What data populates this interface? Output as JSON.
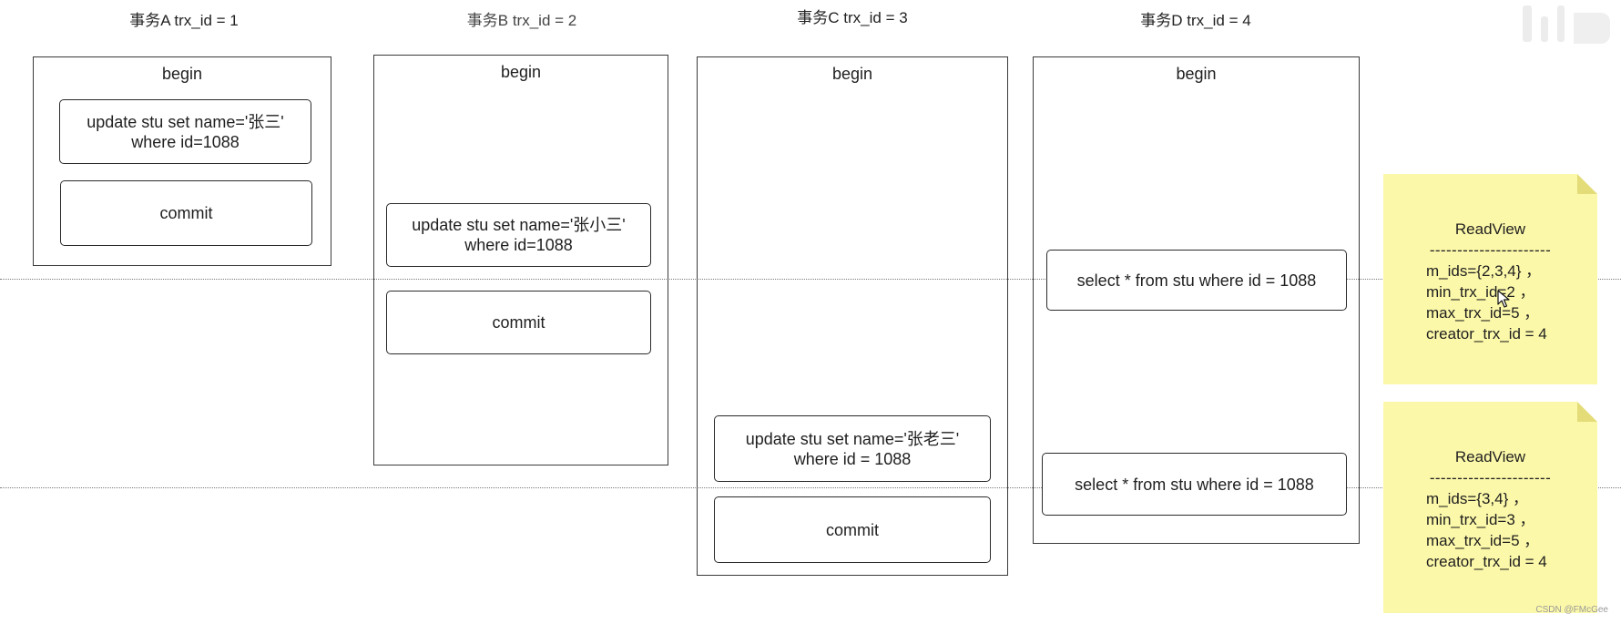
{
  "transactions": [
    {
      "title": "事务A trx_id = 1",
      "begin": "begin",
      "update": [
        "update stu set name='张三'",
        "where id=1088"
      ],
      "commit": "commit"
    },
    {
      "title": "事务B trx_id = 2",
      "begin": "begin",
      "update": [
        "update stu set name='张小三'",
        "where id=1088"
      ],
      "commit": "commit"
    },
    {
      "title": "事务C trx_id = 3",
      "begin": "begin",
      "update": [
        "update stu set name='张老三'",
        "where id = 1088"
      ],
      "commit": "commit"
    },
    {
      "title": "事务D trx_id = 4",
      "begin": "begin",
      "selects": [
        "select * from stu where id = 1088",
        "select * from stu where id = 1088"
      ]
    }
  ],
  "read_views": [
    {
      "title": "ReadView",
      "separator": "----------------------",
      "lines": [
        "m_ids={2,3,4} ，",
        "min_trx_id=2 ，",
        "max_trx_id=5 ，",
        "creator_trx_id = 4"
      ]
    },
    {
      "title": "ReadView",
      "separator": "----------------------",
      "lines": [
        "m_ids={3,4} ，",
        "min_trx_id=3 ，",
        "max_trx_id=5 ，",
        "creator_trx_id = 4"
      ]
    }
  ],
  "credit": "CSDN @FMcGee",
  "icons": {
    "cursor": "mouse-cursor-icon",
    "watermark": "bilibili-watermark-logo"
  },
  "colors": {
    "note_fill": "#fcf8a9",
    "note_fold": "#e3dc78",
    "stroke": "#2a2a2a",
    "separator_line": "#7a7a7a"
  }
}
